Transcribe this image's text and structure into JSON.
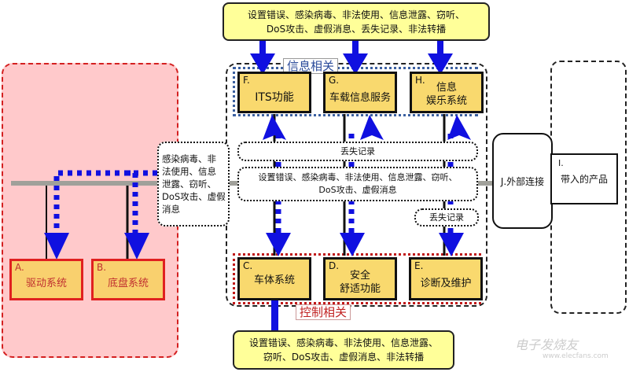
{
  "groups": {
    "info_related": "信息相关",
    "control_related": "控制相关"
  },
  "threats": {
    "top": "设置错误、感染病毒、非法使用、信息泄露、窃听、\nDoS攻击、虚假消息、丢失记录、非法转播",
    "bottom": "设置错误、感染病毒、非法使用、信息泄露、\n窃听、DoS攻击、虚假消息、非法转播",
    "side": "感染病毒、非\n法使用、信息\n泄露、窃听、\nDoS攻击、虚假\n消息",
    "lost_record_bus": "丢失记录",
    "bus_threats": "设置错误、感染病毒、非法使用、信息泄露、窃听、\nDoS攻击、虚假消息",
    "lost_record_small": "丢失记录"
  },
  "components": {
    "A": {
      "key": "A.",
      "name": "驱动系统"
    },
    "B": {
      "key": "B.",
      "name": "底盘系统"
    },
    "C": {
      "key": "C.",
      "name": "车体系统"
    },
    "D": {
      "key": "D.",
      "name": "安全\n舒适功能"
    },
    "E": {
      "key": "E.",
      "name": "诊断及维护"
    },
    "F": {
      "key": "F.",
      "name": "ITS功能"
    },
    "G": {
      "key": "G.",
      "name": "车载信息服务"
    },
    "H": {
      "key": "H.",
      "name": "信息\n娱乐系统"
    },
    "I": {
      "key": "I.",
      "name": "带入的产品"
    },
    "J": {
      "label": "J.外部连接"
    }
  },
  "watermark": {
    "brand": "电子发烧友",
    "url": "www.elecfans.com"
  },
  "colors": {
    "threat_fill": "#ffff99",
    "component_fill": "#f9d96e",
    "arrow": "#1010e0",
    "pink_zone": "#ffc9cb",
    "bus": "#a0a09a"
  }
}
